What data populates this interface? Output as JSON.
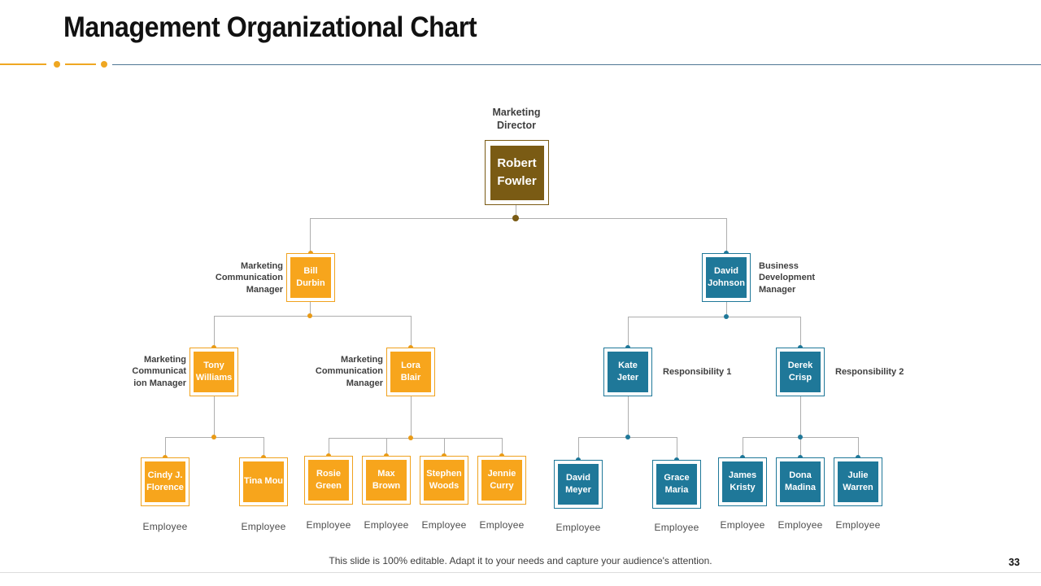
{
  "slide": {
    "title": "Management Organizational Chart",
    "footer": "This slide is 100% editable. Adapt it to your needs and capture your audience's attention.",
    "page_number": "33"
  },
  "colors": {
    "accent_orange": "#F7A51C",
    "accent_blue": "#1F7899",
    "accent_brown": "#7A5B14",
    "connector_gray": "#AEAEAE",
    "divider_blue": "#4F7794",
    "label_gray": "#3F3F3F"
  },
  "org": {
    "director": {
      "role": "Marketing\nDirector",
      "name": "Robert\nFowler"
    },
    "branch_a": {
      "manager": {
        "name": "Bill\nDurbin",
        "role": "Marketing\nCommunication\nManager"
      },
      "children": [
        {
          "name": "Tony\nWilliams",
          "role": "Marketing\nCommunicat\nion Manager",
          "reports": [
            {
              "name": "Cindy J.\nFlorence",
              "role": "Employee"
            },
            {
              "name": "Tina Mou",
              "role": "Employee"
            }
          ]
        },
        {
          "name": "Lora\nBlair",
          "role": "Marketing\nCommunication\nManager",
          "reports": [
            {
              "name": "Rosie\nGreen",
              "role": "Employee"
            },
            {
              "name": "Max\nBrown",
              "role": "Employee"
            },
            {
              "name": "Stephen\nWoods",
              "role": "Employee"
            },
            {
              "name": "Jennie\nCurry",
              "role": "Employee"
            }
          ]
        }
      ]
    },
    "branch_b": {
      "manager": {
        "name": "David\nJohnson",
        "role": "Business\nDevelopment\nManager"
      },
      "children": [
        {
          "name": "Kate\nJeter",
          "role": "Responsibility 1",
          "reports": [
            {
              "name": "David\nMeyer",
              "role": "Employee"
            },
            {
              "name": "Grace\nMaria",
              "role": "Employee"
            }
          ]
        },
        {
          "name": "Derek\nCrisp",
          "role": "Responsibility 2",
          "reports": [
            {
              "name": "James\nKristy",
              "role": "Employee"
            },
            {
              "name": "Dona\nMadina",
              "role": "Employee"
            },
            {
              "name": "Julie\nWarren",
              "role": "Employee"
            }
          ]
        }
      ]
    }
  }
}
